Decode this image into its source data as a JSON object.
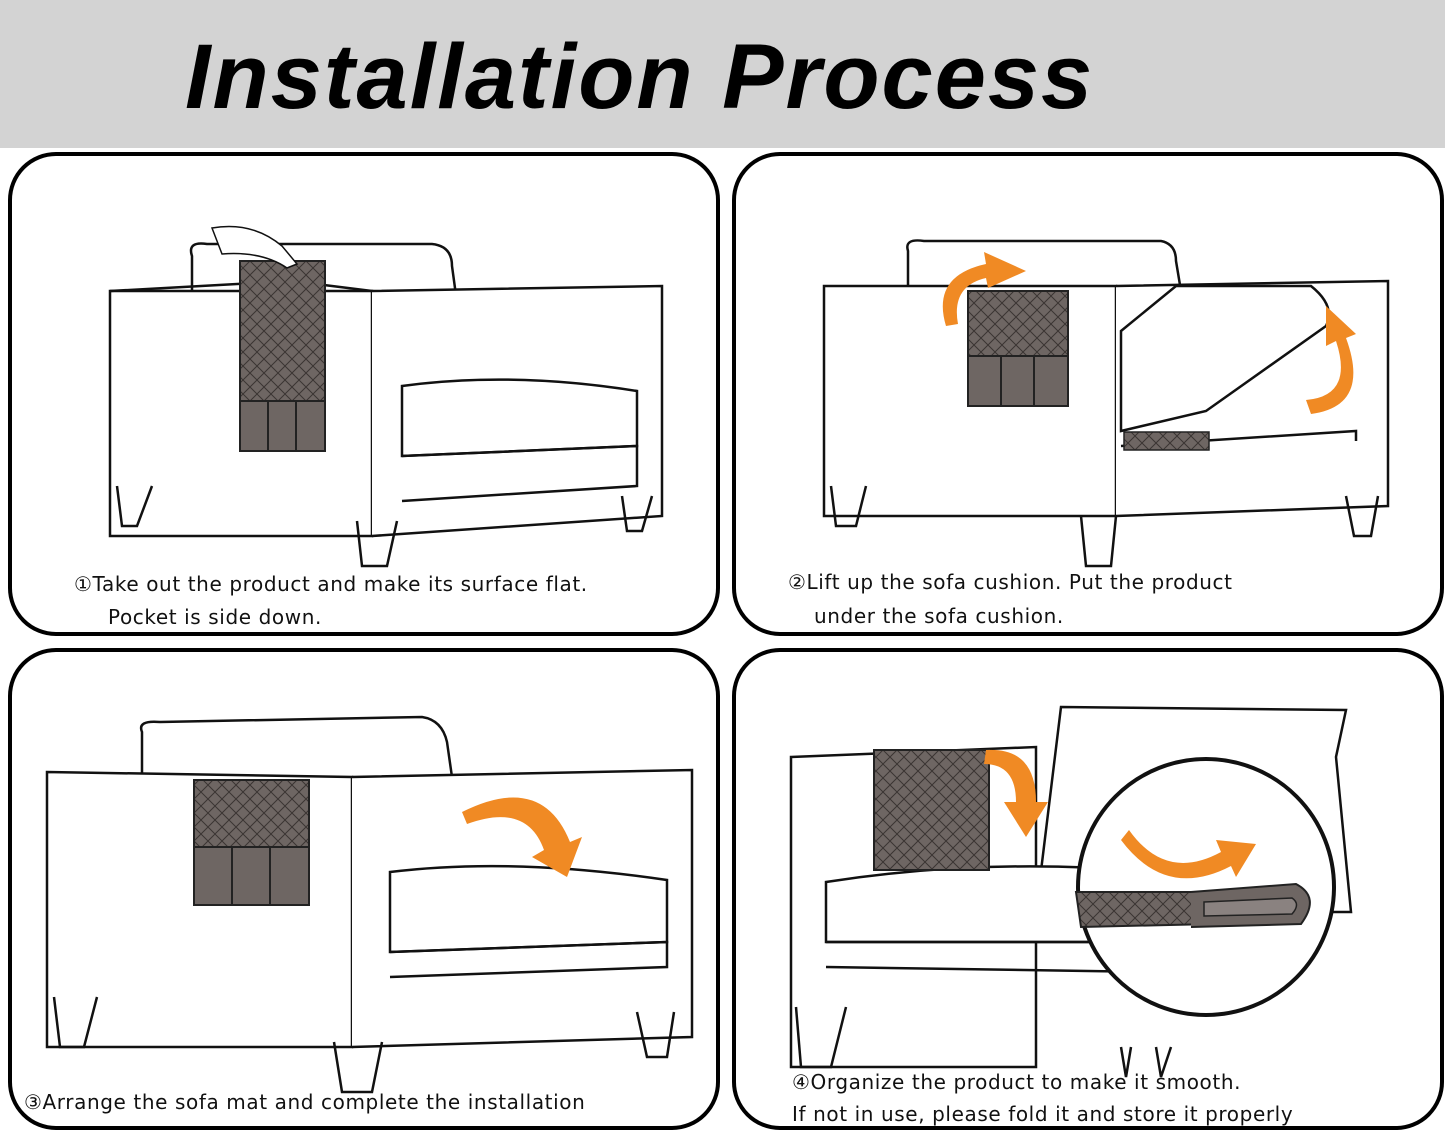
{
  "header": {
    "title": "Installation Process"
  },
  "colors": {
    "header_bg": "#d3d3d3",
    "accent_arrow": "#f08a24",
    "product": "#6e6663",
    "outline": "#111111"
  },
  "steps": [
    {
      "line1": "①Take out the product and make its surface flat.",
      "line2": "Pocket is side down."
    },
    {
      "line1": "②Lift up the sofa cushion.  Put the product",
      "line2": "under the sofa cushion."
    },
    {
      "line1": "③Arrange the sofa mat and complete the installation",
      "line2": ""
    },
    {
      "line1": "④Organize the product to make it smooth.",
      "line2": "If not in use, please fold it and store it properly"
    }
  ]
}
